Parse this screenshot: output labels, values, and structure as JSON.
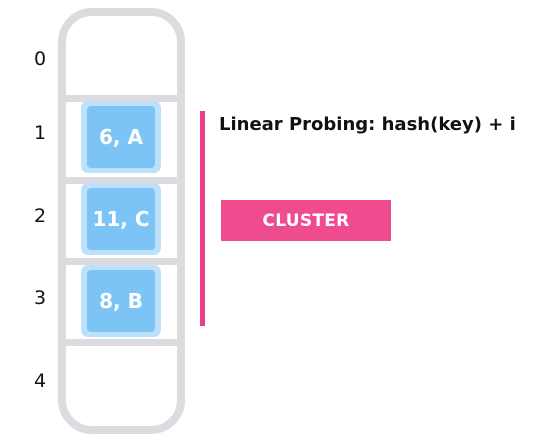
{
  "title": "Linear Probing:  hash(key) + i",
  "cluster_label": "CLUSTER",
  "colors": {
    "accent": "#e83e8c",
    "cell_fill": "#7dc4f6",
    "cell_border": "#bde1fb",
    "frame": "#dbdbe0"
  },
  "slots": [
    {
      "index": "0",
      "value": ""
    },
    {
      "index": "1",
      "value": "6, A"
    },
    {
      "index": "2",
      "value": "11, C"
    },
    {
      "index": "3",
      "value": "8, B"
    },
    {
      "index": "4",
      "value": ""
    }
  ]
}
